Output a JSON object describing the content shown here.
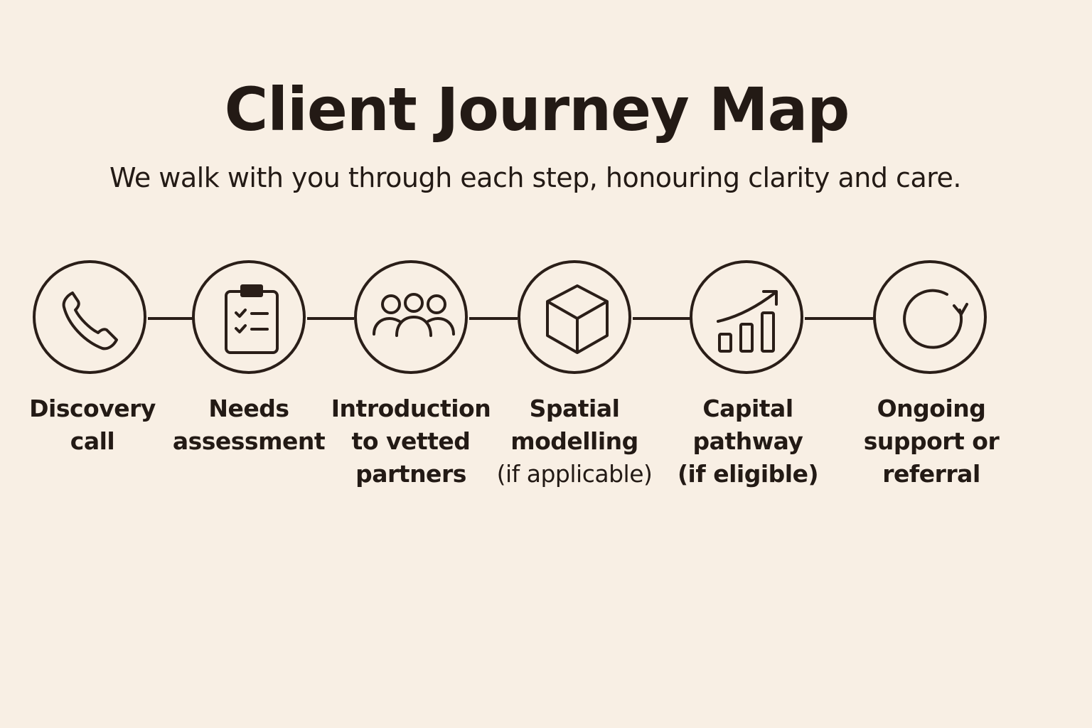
{
  "header": {
    "title": "Client Journey Map",
    "subtitle": "We walk with you through each step, honouring clarity and care."
  },
  "steps": [
    {
      "icon": "phone-icon",
      "lines": [
        "Discovery",
        "call"
      ]
    },
    {
      "icon": "clipboard-checklist-icon",
      "lines": [
        "Needs",
        "assessment"
      ]
    },
    {
      "icon": "people-group-icon",
      "lines": [
        "Introduction",
        "to vetted",
        "partners"
      ]
    },
    {
      "icon": "cube-icon",
      "lines": [
        "Spatial",
        "modelling",
        "(if applicable)"
      ]
    },
    {
      "icon": "growth-chart-icon",
      "lines": [
        "Capital",
        "pathway",
        "(if eligible)"
      ]
    },
    {
      "icon": "refresh-cycle-icon",
      "lines": [
        "Ongoing",
        "support or",
        "referral"
      ]
    }
  ],
  "colors": {
    "background": "#f8efe4",
    "ink": "#2a1e18"
  }
}
